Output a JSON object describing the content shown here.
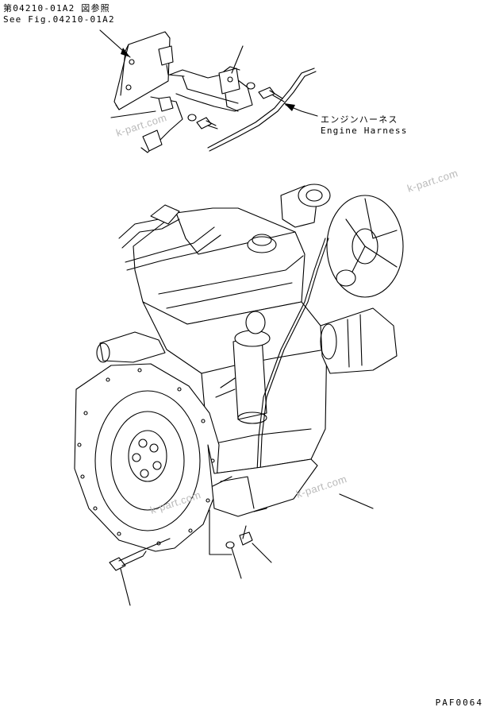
{
  "reference": {
    "japanese": "第04210-01A2 図参照",
    "english": "See Fig.04210-01A2"
  },
  "callout": {
    "japanese": "エンジンハーネス",
    "english": "Engine Harness"
  },
  "figure_code": "PAF0064",
  "watermarks": [
    "k-part.com",
    "k-part.com",
    "k-part.com",
    "k-part.com"
  ]
}
